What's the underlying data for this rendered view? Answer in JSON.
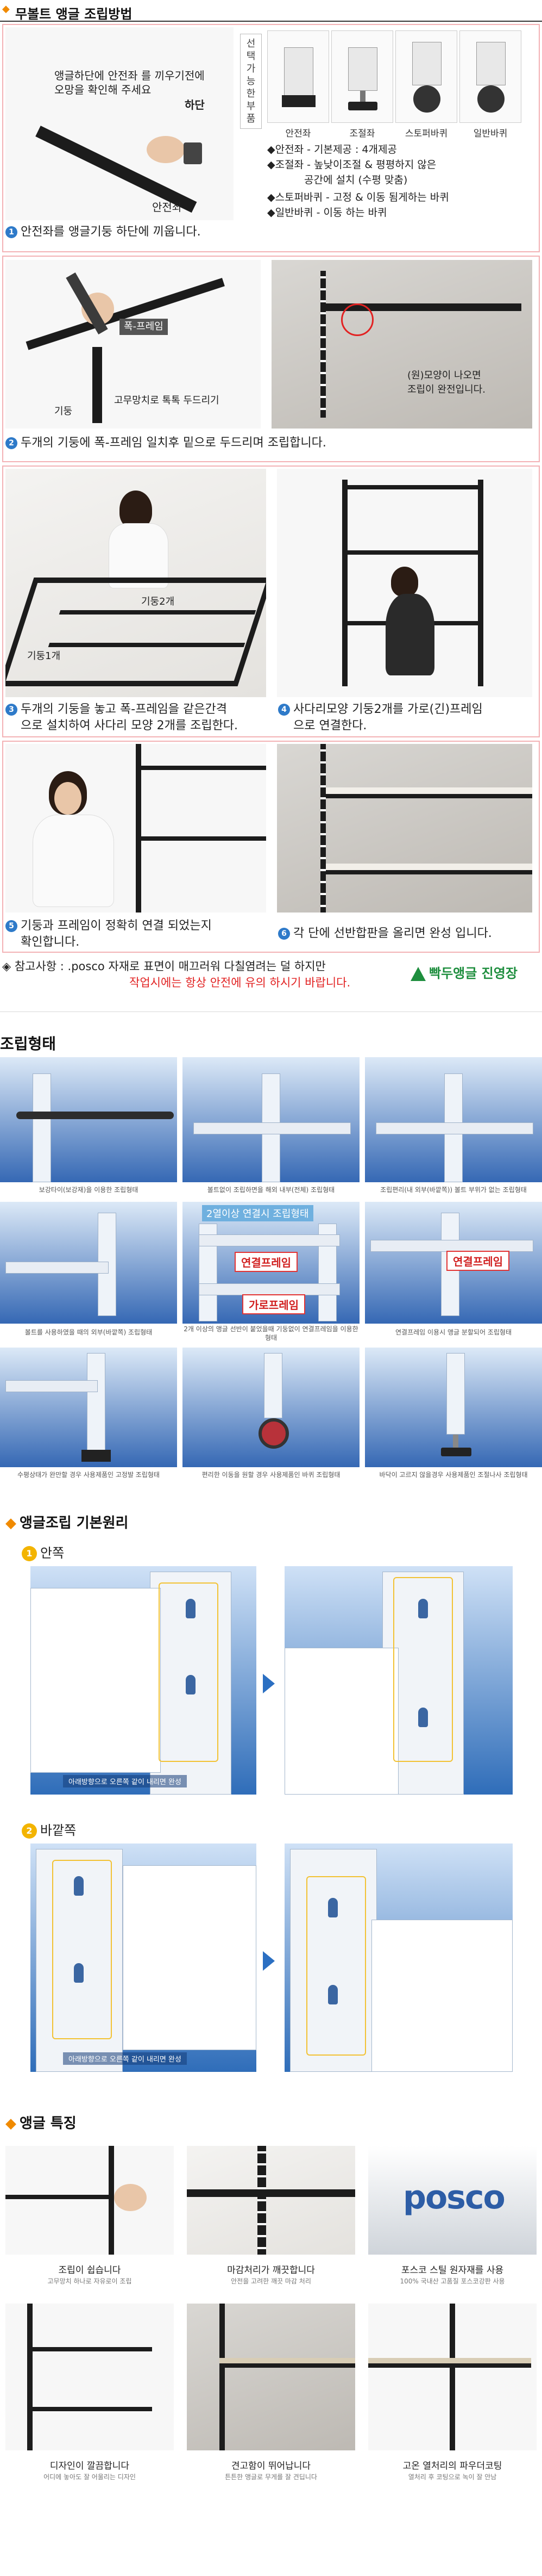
{
  "section1": {
    "title": "무볼트 앵글 조립방법",
    "callout_top_line1": "앵글하단에 안전좌 를 끼우기전에",
    "callout_top_line2": "오망을 확인해 주세요",
    "callout_bottom": "하단",
    "callout_safety": "안전좌",
    "sidebar_label": "선택가능한 부품",
    "parts": [
      {
        "label": "안전좌"
      },
      {
        "label": "조절좌"
      },
      {
        "label": "스토퍼바퀴"
      },
      {
        "label": "일반바퀴"
      }
    ],
    "specs": [
      "◆안전좌 - 기본제공 : 4개제공",
      "◆조절좌 - 높낮이조절 & 평평하지 않은",
      "공간에 설치 (수평 맞춤)",
      "◆스토퍼바퀴 - 고정 & 이동 됨게하는 바퀴",
      "◆일반바퀴 - 이동 하는 바퀴"
    ],
    "step1": "안전좌를 앵글기둥 하단에 끼웁니다.",
    "step2_frame_label": "폭-프레임",
    "step2_rubber_label": "고무망치로 톡톡 두드리기",
    "step2_post_label": "기둥",
    "step2_check_line1": "(원)모양이 나오면",
    "step2_check_line2": "조립이 완전입니다.",
    "step2": "두개의 기둥에 폭-프레임 일치후 밑으로 두드리며 조립합니다.",
    "step3_label_a": "기둥2개",
    "step3_label_b": "기둥1개",
    "step3_line1": "두개의 기둥을 놓고 폭-프레임을 같은간격",
    "step3_line2": "으로 설치하여 사다리 모양 2개를 조립한다.",
    "step4_line1": "사다리모양 기둥2개를 가로(긴)프레임",
    "step4_line2": "으로 연결한다.",
    "step5_line1": "기둥과 프레임이 정확히 연결 되었는지",
    "step5_line2": "확인합니다.",
    "step6": "각 단에 선반합판을 올리면 완성 입니다.",
    "note_line1": "◈ 참고사항 : .posco 자재로 표면이 매끄러워 다칠염려는 덜 하지만",
    "note_line2": "작업시에는 항상 안전에 유의 하시기 바랍니다.",
    "brand": "빡두앵글 진영장"
  },
  "section2": {
    "title": "조립형태",
    "captions": [
      "보강타이(보강재)을 이용한 조립형태",
      "볼트없이 조립하면을 해외 내부(전체) 조립형태",
      "조립편리(내 외부(바깥쪽)) 볼트 부위가 없는 조립형태",
      "볼트를 사용하였을 때의 외부(바깥쪽) 조립형태",
      "2개 이상의 앵글 선반이 붙었을때 기둥없이 연결프레임을 이용한 형태",
      "연결프레임 이용시 앵글 분할되어 조립형태",
      "수평상태가 완만할 경우 사용제품인 고정발 조립형태",
      "편리한 이동을 원할 경우 사용제품인 바퀴 조립형태",
      "바닥이 고르지 않을경우 사용제품인 조절나사 조립형태"
    ],
    "strip_label": "2열이상 연결시 조립형태",
    "bubble_a": "연결프레임",
    "bubble_b": "가로프레임",
    "bubble_c": "연결프레임"
  },
  "section3": {
    "title": "앵글조립 기본원리",
    "inner_num": "1",
    "inner_title": "안쪽",
    "inner_caption": "아래방향으로 오른쪽 같이 내리면 완성",
    "outer_num": "2",
    "outer_title": "바깥쪽",
    "outer_caption": "아래방향으로 오른쪽 같이 내리면 완성"
  },
  "section4": {
    "title": "앵글 특징",
    "features": [
      {
        "main": "조립이 쉽습니다",
        "sub": "고무망치 하나로 자유로이 조립"
      },
      {
        "main": "마감처리가 깨끗합니다",
        "sub": "안전을 고려한 깨끗 마감 처리"
      },
      {
        "main": "포스코 스틸 원자재를 사용",
        "sub": "100% 국내산 고품질 포스코강판 사용"
      },
      {
        "main": "디자인이 깔끔합니다",
        "sub": "어디에 놓아도 잘 어울리는 디자인"
      },
      {
        "main": "견고함이 뛰어납니다",
        "sub": "튼튼한 앵글로 무게를 잘 견딥니다"
      },
      {
        "main": "고온 열처리의 파우더코팅",
        "sub": "열처리 후 코팅으로 녹이 잘 안남"
      }
    ],
    "posco": "posco"
  }
}
